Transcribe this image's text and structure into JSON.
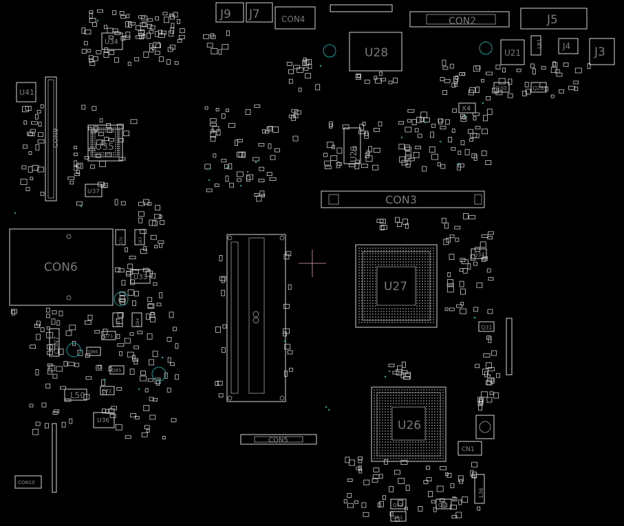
{
  "board": {
    "background": "#000000",
    "outline_color": "#d8d8d8",
    "label_color": "#7a7a7a",
    "via_color": "#1aa3a3",
    "origin_marker_color": "#b07e98"
  },
  "labels": {
    "con2": "CON2",
    "j5": "J5",
    "con4": "CON4",
    "j9": "J9",
    "j7": "J7",
    "u28": "U28",
    "u21": "U21",
    "j4": "J4",
    "j3": "J3",
    "lb1": "LB1",
    "u34": "U34",
    "u41": "U41",
    "con9": "CON9",
    "u35": "U35",
    "u37": "U37",
    "u29": "U29",
    "x4": "X4",
    "q30": "Q30",
    "q28": "Q28",
    "con3": "CON3",
    "con6": "CON6",
    "u33": "U33",
    "u27": "U27",
    "q34": "Q34",
    "q31": "Q31",
    "con7": "CON7",
    "q71": "Q71",
    "q86": "Q86",
    "q85": "Q85",
    "l50": "L50",
    "q72": "Q72",
    "u36": "U36",
    "con5": "CON5",
    "u26": "U26",
    "cn1": "CN1",
    "con10": "CON10",
    "q52": "Q52",
    "q51": "Q51",
    "q45": "Q45",
    "l36": "L36",
    "q70": "Q70",
    "q83": "Q83",
    "q87": "Q87",
    "q84": "Q84"
  }
}
